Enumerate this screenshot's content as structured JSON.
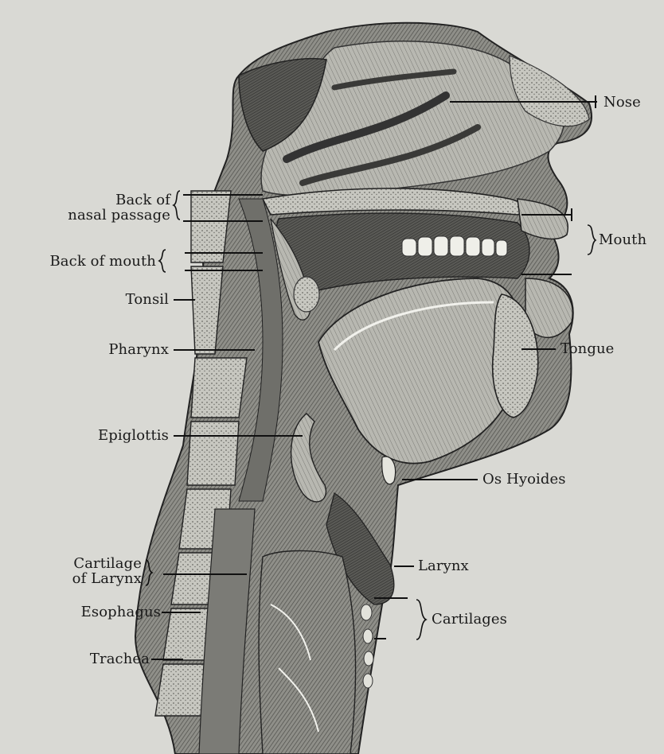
{
  "labels": {
    "nose": "Nose",
    "back_of_nasal_passage_line1": "Back of",
    "back_of_nasal_passage_line2": "nasal passage",
    "mouth": "Mouth",
    "back_of_mouth": "Back of mouth",
    "tonsil": "Tonsil",
    "pharynx": "Pharynx",
    "tongue": "Tongue",
    "epiglottis": "Epiglottis",
    "os_hyoides": "Os Hyoides",
    "cartilage_of_larynx_line1": "Cartilage",
    "cartilage_of_larynx_line2": "of Larynx",
    "larynx": "Larynx",
    "esophagus": "Esophagus",
    "cartilages": "Cartilages",
    "trachea": "Trachea"
  },
  "colors": {
    "background": "#d9d9d4",
    "ink": "#1a1a1a",
    "tissue_dark": "#6b6b66",
    "tissue_mid": "#9a9a94",
    "tissue_light": "#c4c4bd",
    "bone": "#b3b3ad"
  }
}
